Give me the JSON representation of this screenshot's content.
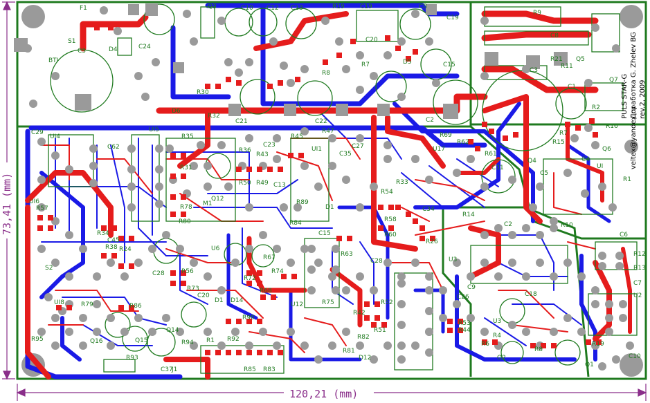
{
  "colors": {
    "board_bg": "#ffffff",
    "outline": "#1f7a1f",
    "top_copper": "#e51c1c",
    "bottom_copper": "#1a1ae6",
    "pad": "#9a9a9a",
    "silk": "#1f7a1f",
    "dimension": "#8a2e8a",
    "label": "#000000"
  },
  "dimensions": {
    "width_label": "120,21 (mm)",
    "height_label": "73,41 (mm)"
  },
  "board_text": {
    "line1": "PULS STAR-G",
    "line2": "Доработка G. Zhelev BG",
    "line3": "rev.2, 2009",
    "line4": "veltex@yandex.ru"
  },
  "components": [
    "F1",
    "S1",
    "BT1",
    "C24",
    "D4",
    "C10",
    "C11",
    "C12",
    "C13",
    "C19",
    "C20",
    "D5",
    "C15",
    "C16",
    "R30",
    "D6",
    "R32",
    "C21",
    "C22",
    "C2",
    "C1",
    "R11",
    "Q5",
    "R21",
    "C3",
    "Q7",
    "R16",
    "Q6",
    "R7",
    "R15",
    "R69",
    "R62",
    "U17",
    "R61",
    "C31",
    "R4",
    "C4",
    "U1",
    "R1",
    "C6",
    "R10",
    "C5",
    "UI4",
    "C62",
    "UI5",
    "R35",
    "R31",
    "R79",
    "R80",
    "M1",
    "R36",
    "R43",
    "R45",
    "R47",
    "UI1",
    "C27",
    "R50",
    "R49",
    "R57",
    "R34",
    "C45",
    "R38",
    "R24",
    "S2",
    "R56",
    "R73",
    "C20",
    "Q14",
    "Q16",
    "Q15",
    "R93",
    "C37",
    "J1",
    "R94",
    "R92",
    "R85",
    "R83",
    "U12",
    "R75",
    "R82",
    "R81",
    "D12",
    "R42",
    "R52",
    "R51",
    "R53",
    "R44",
    "U3",
    "R14",
    "R26",
    "C9",
    "U2",
    "R19",
    "Q1",
    "Q2",
    "R8",
    "R6",
    "R12",
    "R13",
    "C7",
    "C10",
    "C28",
    "C34",
    "R84",
    "R89",
    "R58",
    "R63",
    "R66",
    "R68",
    "R72",
    "R74",
    "D1",
    "UI4",
    "C29",
    "U16",
    "R95",
    "C23",
    "R90",
    "U4"
  ]
}
